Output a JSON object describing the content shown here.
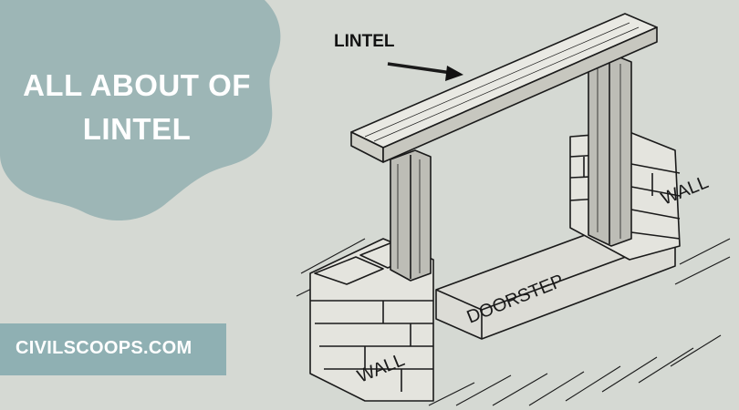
{
  "banner": {
    "title_line1": "ALL ABOUT OF",
    "title_line2": "LINTEL",
    "bg_color": "#9db6b6",
    "page_bg": "#d5d9d3"
  },
  "site": {
    "label": "CIVILSCOOPS.COM",
    "bg_color": "#8fb0b3"
  },
  "illustration": {
    "lintel_label": "LINTEL",
    "doorstep_label": "DOORSTEP",
    "wall_label_left": "WALL",
    "wall_label_right": "WALL"
  }
}
